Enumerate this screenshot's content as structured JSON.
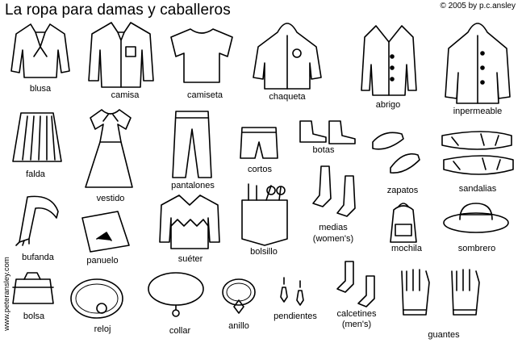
{
  "title": "La ropa para damas y caballeros",
  "copyright": "© 2005 by p.c.ansley",
  "side_credit": "www.peteransley.com",
  "items": {
    "blusa": "blusa",
    "camisa": "camisa",
    "camiseta": "camiseta",
    "chaqueta": "chaqueta",
    "abrigo": "abrigo",
    "impermeable": "inpermeable",
    "falda": "falda",
    "vestido": "vestido",
    "pantalones": "pantalones",
    "cortos": "cortos",
    "botas": "botas",
    "zapatos": "zapatos",
    "sandalias": "sandalias",
    "bufanda": "bufanda",
    "panuelo": "panuelo",
    "sueter": "suéter",
    "bolsillo": "bolsillo",
    "medias": "medias",
    "medias_note": "(women's)",
    "mochila": "mochila",
    "sombrero": "sombrero",
    "bolsa": "bolsa",
    "reloj": "reloj",
    "collar": "collar",
    "anillo": "anillo",
    "pendientes": "pendientes",
    "calcetines": "calcetines",
    "calcetines_note": "(men's)",
    "guantes": "guantes"
  }
}
